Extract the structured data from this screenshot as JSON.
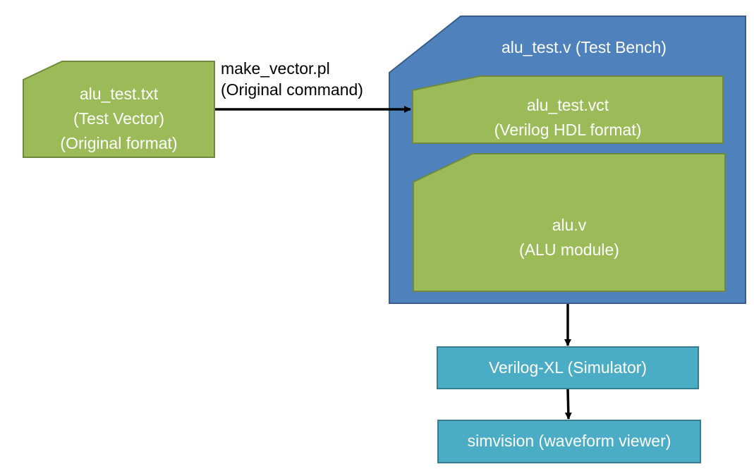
{
  "testvector": {
    "name": "alu_test.txt",
    "desc": "(Test Vector)",
    "format": "(Original format)"
  },
  "command": {
    "script": "make_vector.pl",
    "desc": "(Original command)"
  },
  "testbench": {
    "title": "alu_test.v (Test Bench)"
  },
  "vct": {
    "name": "alu_test.vct",
    "desc": "(Verilog HDL format)"
  },
  "alu": {
    "name": "alu.v",
    "desc": "(ALU module)"
  },
  "simulator": {
    "label": "Verilog-XL (Simulator)"
  },
  "viewer": {
    "label": "simvision (waveform viewer)"
  },
  "colors": {
    "green_fill": "#9bbb59",
    "green_border": "#71893f",
    "blue_fill": "#4f81bd",
    "blue_border": "#385d8a",
    "teal_fill": "#4bacc6",
    "teal_border": "#357d91"
  }
}
